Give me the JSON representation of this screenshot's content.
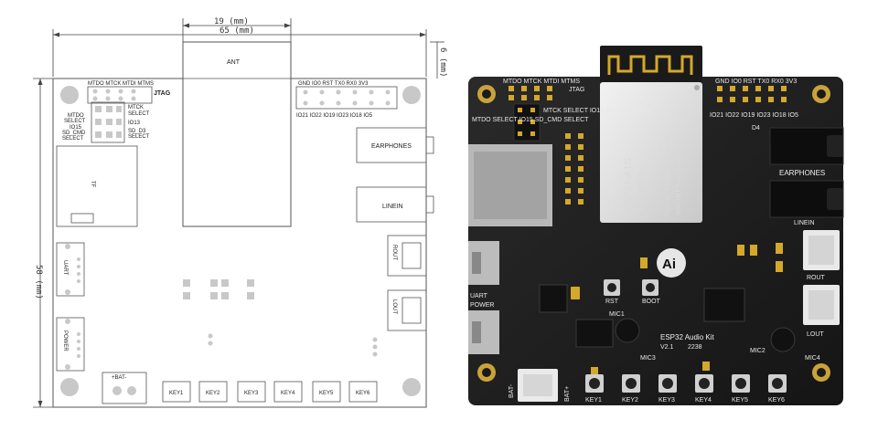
{
  "left_drawing": {
    "dimensions": {
      "antenna_width": "19 (mm)",
      "board_width": "65 (mm)",
      "board_height": "58 (mm)",
      "top_offset": "6 (mm)"
    },
    "antenna_label": "ANT",
    "jtag": {
      "header_labels": "MTDO MTCK MTDI MTMS",
      "title": "JTAG",
      "select_left_1": "MTDO",
      "select_left_2": "SELECT",
      "select_left_3": "IO15",
      "select_left_4": "SD_CMD",
      "select_left_5": "SELECT",
      "select_right_1": "MTCK",
      "select_right_2": "SELECT",
      "select_right_3": "IO13",
      "select_right_4": "SD_D3",
      "select_right_5": "SELECT"
    },
    "gpio_top": "GND  IO0  RST  TX0  RX0  3V3",
    "gpio_bottom": "IO21 IO22 IO19 IO23 IO18  IO5",
    "tf": "TF",
    "earphones": "EARPHONES",
    "linein": "LINEIN",
    "rout": "ROUT",
    "lout": "LOUT",
    "uart": "UART",
    "power": "POWER",
    "bat": "+BAT-",
    "keys": [
      "KEY1",
      "KEY2",
      "KEY3",
      "KEY4",
      "KEY5",
      "KEY6"
    ]
  },
  "right_photo": {
    "jtag_header": "MTDO MTCK MTDI MTMS",
    "jtag": "JTAG",
    "select_left": "MTDO SELECT IO15 SD_CMD SELECT",
    "select_right": "MTCK SELECT IO13 SD_D3 SELECT",
    "gpio_top": "GND IO0 RST TX0 RX0 3V3",
    "gpio_bottom": "IO21 IO22 IO19 IO23 IO18 IO5",
    "module_line_1": "ESP32-A1S",
    "module_line_2": "Ai-Thinker",
    "module_line_3": "FCC ID: 2AHMR-ESP32A1S",
    "module_line_4": "WiFi+BT SoC Inside",
    "d4": "D4",
    "earphones": "EARPHONES",
    "linein": "LINEIN",
    "rout": "ROUT",
    "lout": "LOUT",
    "uart": "UART",
    "power": "POWER",
    "rst": "RST",
    "boot": "BOOT",
    "mic1": "MIC1",
    "mic2": "MIC2",
    "mic3": "MIC3",
    "mic4": "MIC4",
    "board_title": "ESP32 Audio Kit",
    "version": "V2.1",
    "date_code": "2238",
    "bat": "BAT+",
    "bat_minus": "BAT-",
    "keys": [
      "KEY1",
      "KEY2",
      "KEY3",
      "KEY4",
      "KEY5",
      "KEY6"
    ],
    "logo": "Ai"
  }
}
